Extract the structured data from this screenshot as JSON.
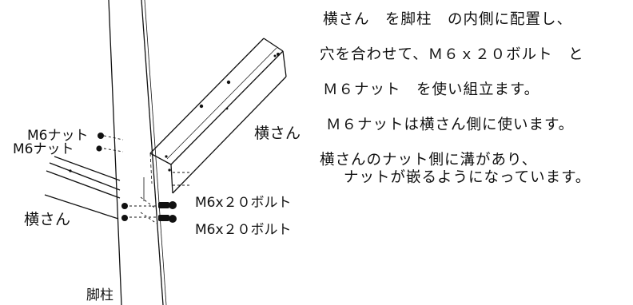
{
  "instructions": {
    "line1": "横さん　を脚柱　の内側に配置し、",
    "line2": "穴を合わせて、Ｍ６ｘ２０ボルト　と",
    "line3": "Ｍ６ナット　を使い組立ます。",
    "line4": "Ｍ６ナットは横さん側に使います。",
    "line5": "横さんのナット側に溝があり、",
    "line6": "ナットが嵌るようになっています。"
  },
  "labels": {
    "nut_upper": "M6ナット",
    "nut_lower": "M6ナット",
    "bolt_upper": "M6x２０ボルト",
    "bolt_lower": "M6x２０ボルト",
    "rail_right": "横さん",
    "rail_left": "横さん",
    "post": "脚柱"
  }
}
